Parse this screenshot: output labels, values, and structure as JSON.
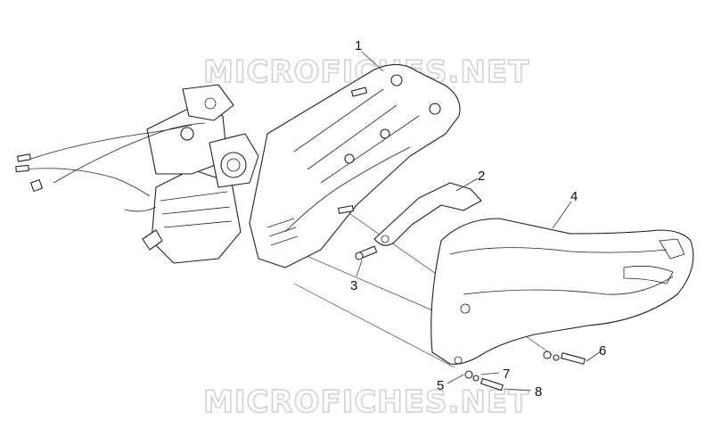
{
  "watermarks": [
    "MICROFICHES.NET",
    "MICROFICHES.NET"
  ],
  "callouts": [
    "1",
    "2",
    "3",
    "4",
    "5",
    "6",
    "7",
    "8"
  ],
  "icons": {
    "engine": "engine-assembly-icon",
    "lever": "lever-bracket-icon",
    "cover": "engine-cover-icon",
    "bolt": "bolt-icon",
    "washer": "washer-icon"
  },
  "colors": {
    "line": "#222222",
    "watermark": "#d2d2d2",
    "background": "#ffffff"
  }
}
